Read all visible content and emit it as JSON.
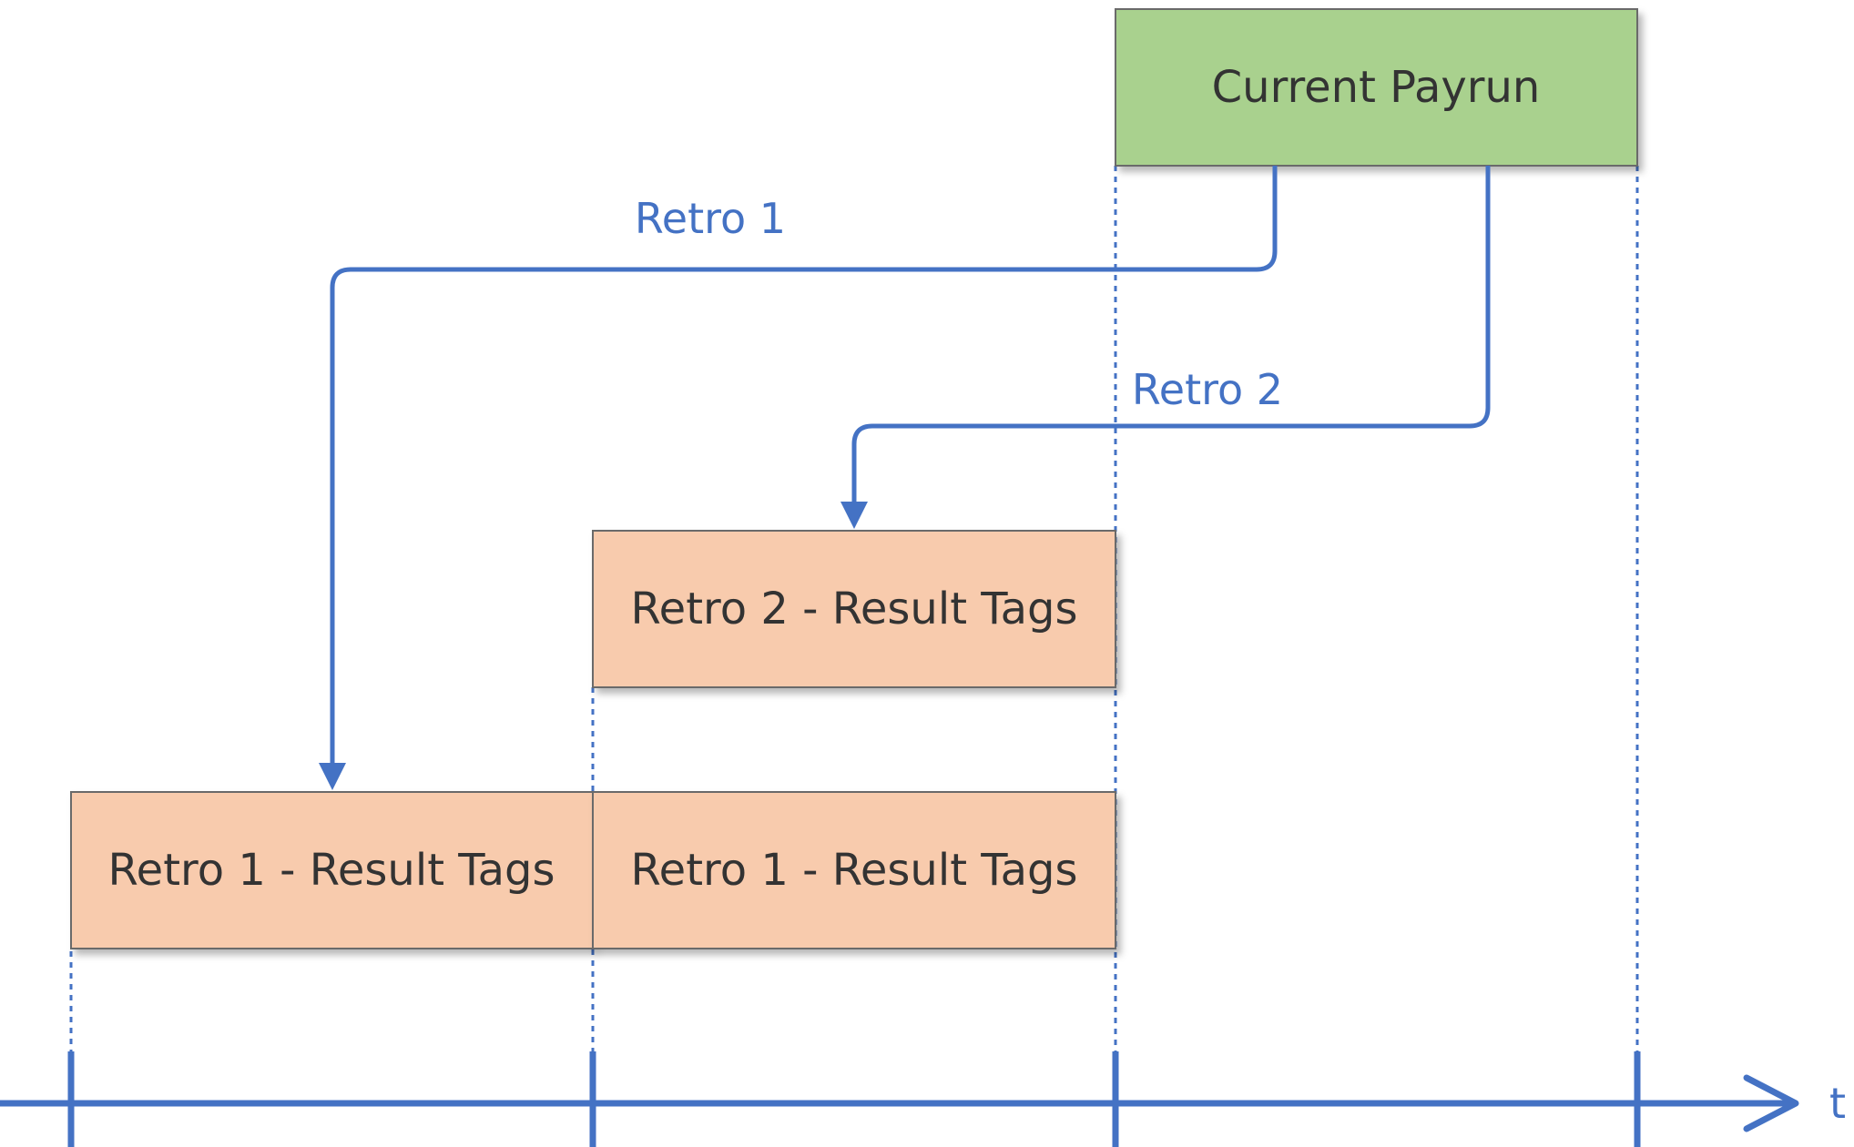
{
  "colors": {
    "accent": "#4472C4",
    "payrun_fill": "#A9D18E",
    "result_fill": "#F8CBAD",
    "box_border": "#6B6B6B",
    "text": "#333333"
  },
  "boxes": {
    "current_payrun": "Current Payrun",
    "retro2_result": "Retro 2 - Result Tags",
    "retro1_result_left": "Retro 1 - Result Tags",
    "retro1_result_right": "Retro 1 - Result Tags"
  },
  "arrows": {
    "retro1_label": "Retro 1",
    "retro2_label": "Retro 2"
  },
  "axis": {
    "label": "t"
  }
}
